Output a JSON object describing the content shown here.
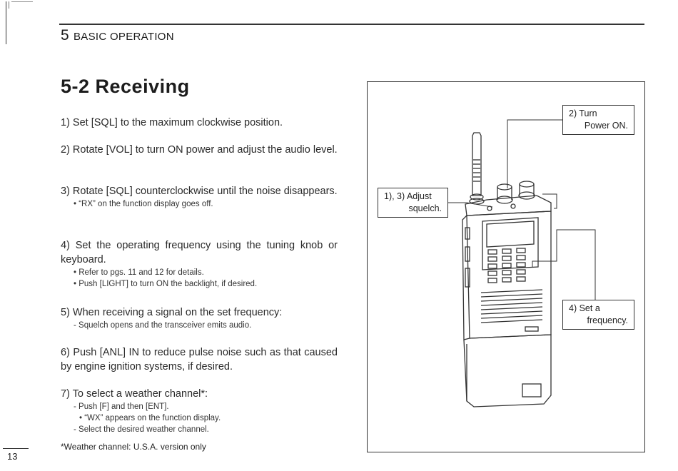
{
  "header": {
    "chapter_number": "5",
    "chapter_title": "BASIC OPERATION"
  },
  "section": {
    "title": "5-2 Receiving"
  },
  "steps": [
    {
      "text": "1) Set [SQL] to the maximum clockwise position."
    },
    {
      "text": "2) Rotate [VOL] to turn ON power and adjust the audio level."
    },
    {
      "text": "3) Rotate [SQL] counterclockwise until the noise disappears.",
      "notes": [
        "• “RX” on the function display goes off."
      ]
    },
    {
      "text": "4) Set the operating frequency using the tuning knob or keyboard.",
      "notes": [
        "• Refer to pgs. 11 and 12 for details.",
        "• Push [LIGHT] to turn ON the backlight, if desired."
      ]
    },
    {
      "text": "5) When receiving a signal on the set frequency:",
      "notes": [
        "- Squelch opens and the transceiver emits audio."
      ]
    },
    {
      "text": "6) Push [ANL] IN to reduce pulse noise such as that caused by engine ignition systems, if desired."
    },
    {
      "text": "7) To select a weather channel*:",
      "notes": [
        "- Push [F] and then [ENT].",
        "• “WX” appears on the function display.",
        "- Select the desired weather channel."
      ]
    }
  ],
  "footnote": "*Weather channel: U.S.A. version only",
  "page_number": "13",
  "figure": {
    "callouts": {
      "power": {
        "line1": "2) Turn",
        "line2": "Power ON."
      },
      "squelch": {
        "line1": "1), 3) Adjust",
        "line2": "squelch."
      },
      "frequency": {
        "line1": "4) Set a",
        "line2": "frequency."
      }
    }
  }
}
